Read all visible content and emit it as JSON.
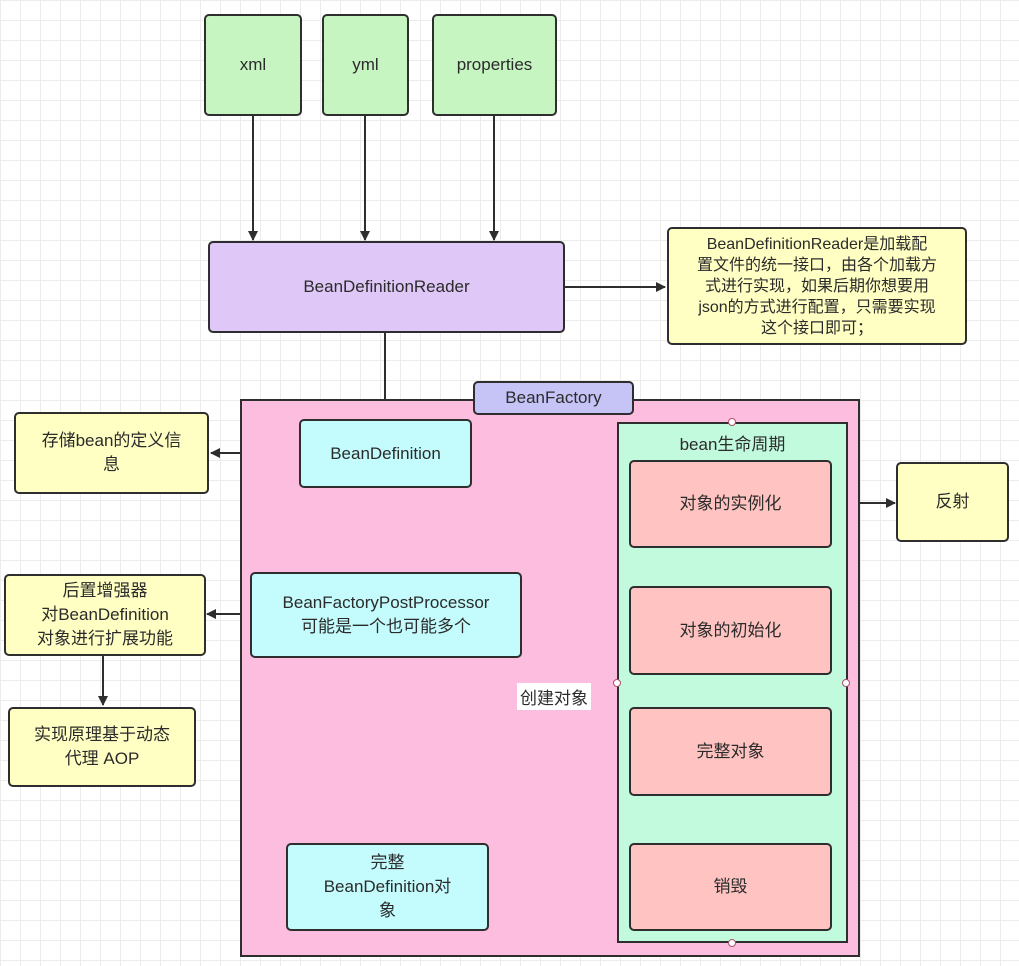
{
  "diagram": {
    "sources": [
      {
        "id": "xml",
        "label": "xml"
      },
      {
        "id": "yml",
        "label": "yml"
      },
      {
        "id": "properties",
        "label": "properties"
      }
    ],
    "reader": {
      "label": "BeanDefinitionReader"
    },
    "reader_note": {
      "lines": [
        "BeanDefinitionReader是加载配",
        "置文件的统一接口，由各个加载方",
        "式进行实现，如果后期你想要用",
        "json的方式进行配置，只需要实现",
        "这个接口即可；"
      ]
    },
    "bean_factory": {
      "title": "BeanFactory",
      "bean_definition": {
        "label": "BeanDefinition"
      },
      "post_processor": {
        "lines": [
          "BeanFactoryPostProcessor",
          "可能是一个也可能多个"
        ]
      },
      "complete_definition": {
        "lines": [
          "完整",
          "BeanDefinition对",
          "象"
        ]
      },
      "create_object_label": "创建对象",
      "lifecycle": {
        "title": "bean生命周期",
        "steps": [
          {
            "label": "对象的实例化"
          },
          {
            "label": "对象的初始化"
          },
          {
            "label": "完整对象"
          },
          {
            "label": "销毁"
          }
        ]
      }
    },
    "definition_note": {
      "lines": [
        "存储bean的定义信",
        "息"
      ]
    },
    "post_processor_note": {
      "lines": [
        "后置增强器",
        "对BeanDefinition",
        "对象进行扩展功能"
      ]
    },
    "aop_note": {
      "lines": [
        "实现原理基于动态",
        "代理 AOP"
      ]
    },
    "reflection_note": {
      "label": "反射"
    }
  }
}
